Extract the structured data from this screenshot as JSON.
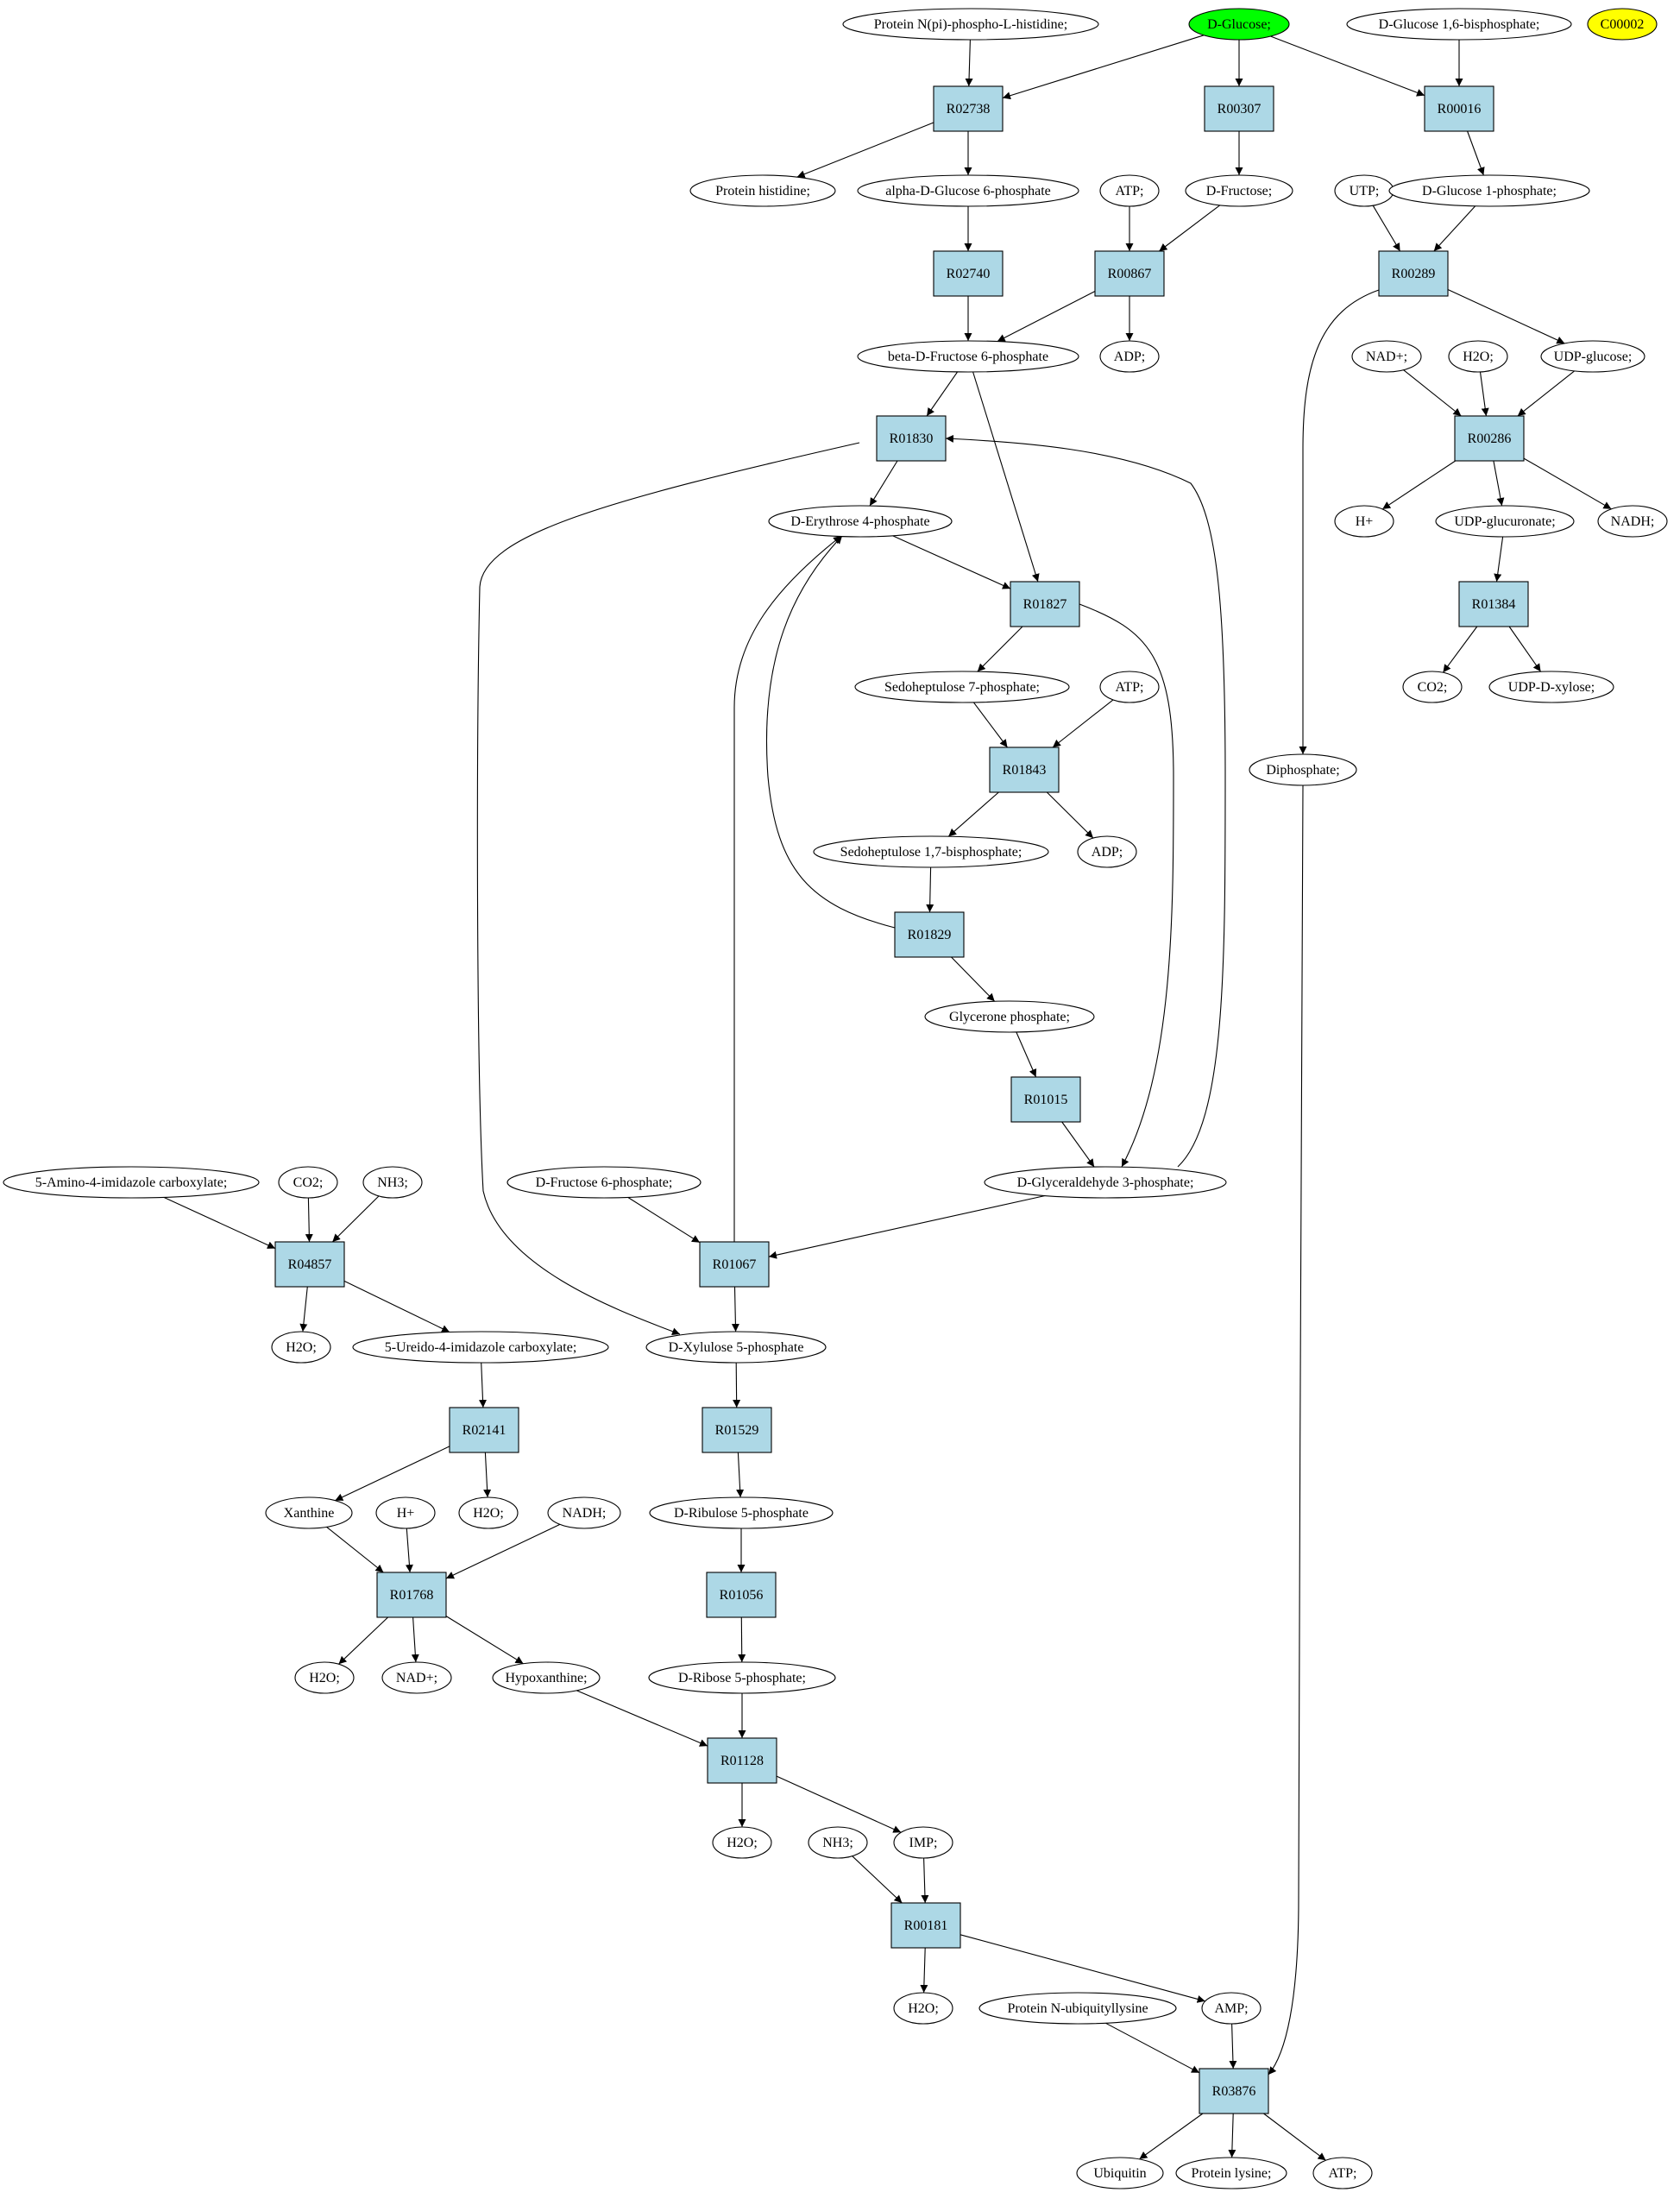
{
  "colors": {
    "reaction_fill": "#add8e6",
    "compound_fill": "#ffffff",
    "highlight_green": "#00ff00",
    "highlight_yellow": "#ffff00",
    "stroke": "#000000"
  },
  "nodes": {
    "c_prot_nphis": {
      "label": "Protein N(pi)-phospho-L-histidine;",
      "kind": "compound"
    },
    "c_dglucose": {
      "label": "D-Glucose;",
      "kind": "compound",
      "fill": "green"
    },
    "c_dglc16bp": {
      "label": "D-Glucose 1,6-bisphosphate;",
      "kind": "compound"
    },
    "c_c00002": {
      "label": "C00002",
      "kind": "compound",
      "fill": "yellow"
    },
    "r_R02738": {
      "label": "R02738",
      "kind": "reaction"
    },
    "r_R00307": {
      "label": "R00307",
      "kind": "reaction"
    },
    "r_R00016": {
      "label": "R00016",
      "kind": "reaction"
    },
    "c_prot_his": {
      "label": "Protein histidine;",
      "kind": "compound"
    },
    "c_adglc6p": {
      "label": "alpha-D-Glucose 6-phosphate",
      "kind": "compound"
    },
    "c_atp1": {
      "label": "ATP;",
      "kind": "compound"
    },
    "c_dfru": {
      "label": "D-Fructose;",
      "kind": "compound"
    },
    "c_utp": {
      "label": "UTP;",
      "kind": "compound"
    },
    "c_dglc1p": {
      "label": "D-Glucose 1-phosphate;",
      "kind": "compound"
    },
    "r_R02740": {
      "label": "R02740",
      "kind": "reaction"
    },
    "r_R00867": {
      "label": "R00867",
      "kind": "reaction"
    },
    "r_R00289": {
      "label": "R00289",
      "kind": "reaction"
    },
    "c_bdfru6p": {
      "label": "beta-D-Fructose 6-phosphate",
      "kind": "compound"
    },
    "c_adp1": {
      "label": "ADP;",
      "kind": "compound"
    },
    "c_nad1": {
      "label": "NAD+;",
      "kind": "compound"
    },
    "c_h2o_a": {
      "label": "H2O;",
      "kind": "compound"
    },
    "c_udpglc": {
      "label": "UDP-glucose;",
      "kind": "compound"
    },
    "r_R01830": {
      "label": "R01830",
      "kind": "reaction"
    },
    "r_R00286": {
      "label": "R00286",
      "kind": "reaction"
    },
    "c_de4p": {
      "label": "D-Erythrose 4-phosphate",
      "kind": "compound"
    },
    "c_hplus1": {
      "label": "H+",
      "kind": "compound"
    },
    "c_udpglcua": {
      "label": "UDP-glucuronate;",
      "kind": "compound"
    },
    "c_nadh1": {
      "label": "NADH;",
      "kind": "compound"
    },
    "r_R01827": {
      "label": "R01827",
      "kind": "reaction"
    },
    "r_R01384": {
      "label": "R01384",
      "kind": "reaction"
    },
    "c_s7p": {
      "label": "Sedoheptulose 7-phosphate;",
      "kind": "compound"
    },
    "c_atp2": {
      "label": "ATP;",
      "kind": "compound"
    },
    "c_co2a": {
      "label": "CO2;",
      "kind": "compound"
    },
    "c_udpxyl": {
      "label": "UDP-D-xylose;",
      "kind": "compound"
    },
    "r_R01843": {
      "label": "R01843",
      "kind": "reaction"
    },
    "c_diphos": {
      "label": "Diphosphate;",
      "kind": "compound"
    },
    "c_s17bp": {
      "label": "Sedoheptulose 1,7-bisphosphate;",
      "kind": "compound"
    },
    "c_adp2": {
      "label": "ADP;",
      "kind": "compound"
    },
    "r_R01829": {
      "label": "R01829",
      "kind": "reaction"
    },
    "c_glycp": {
      "label": "Glycerone phosphate;",
      "kind": "compound"
    },
    "r_R01015": {
      "label": "R01015",
      "kind": "reaction"
    },
    "c_aica": {
      "label": "5-Amino-4-imidazole carboxylate;",
      "kind": "compound"
    },
    "c_co2b": {
      "label": "CO2;",
      "kind": "compound"
    },
    "c_nh3a": {
      "label": "NH3;",
      "kind": "compound"
    },
    "c_dfru6p": {
      "label": "D-Fructose 6-phosphate;",
      "kind": "compound"
    },
    "c_dg3p": {
      "label": "D-Glyceraldehyde 3-phosphate;",
      "kind": "compound"
    },
    "r_R04857": {
      "label": "R04857",
      "kind": "reaction"
    },
    "r_R01067": {
      "label": "R01067",
      "kind": "reaction"
    },
    "c_h2o_b": {
      "label": "H2O;",
      "kind": "compound"
    },
    "c_uica": {
      "label": "5-Ureido-4-imidazole carboxylate;",
      "kind": "compound"
    },
    "c_dxyl5p": {
      "label": "D-Xylulose 5-phosphate",
      "kind": "compound"
    },
    "r_R02141": {
      "label": "R02141",
      "kind": "reaction"
    },
    "r_R01529": {
      "label": "R01529",
      "kind": "reaction"
    },
    "c_xanth": {
      "label": "Xanthine",
      "kind": "compound"
    },
    "c_hplus2": {
      "label": "H+",
      "kind": "compound"
    },
    "c_h2o_c": {
      "label": "H2O;",
      "kind": "compound"
    },
    "c_nadh2": {
      "label": "NADH;",
      "kind": "compound"
    },
    "c_dru5p": {
      "label": "D-Ribulose 5-phosphate",
      "kind": "compound"
    },
    "r_R01768": {
      "label": "R01768",
      "kind": "reaction"
    },
    "r_R01056": {
      "label": "R01056",
      "kind": "reaction"
    },
    "c_h2o_d": {
      "label": "H2O;",
      "kind": "compound"
    },
    "c_nad2": {
      "label": "NAD+;",
      "kind": "compound"
    },
    "c_hypox": {
      "label": "Hypoxanthine;",
      "kind": "compound"
    },
    "c_dr5p": {
      "label": "D-Ribose 5-phosphate;",
      "kind": "compound"
    },
    "r_R01128": {
      "label": "R01128",
      "kind": "reaction"
    },
    "c_h2o_e": {
      "label": "H2O;",
      "kind": "compound"
    },
    "c_nh3b": {
      "label": "NH3;",
      "kind": "compound"
    },
    "c_imp": {
      "label": "IMP;",
      "kind": "compound"
    },
    "r_R00181": {
      "label": "R00181",
      "kind": "reaction"
    },
    "c_h2o_f": {
      "label": "H2O;",
      "kind": "compound"
    },
    "c_prot_ubl": {
      "label": "Protein N-ubiquityllysine",
      "kind": "compound"
    },
    "c_amp": {
      "label": "AMP;",
      "kind": "compound"
    },
    "r_R03876": {
      "label": "R03876",
      "kind": "reaction"
    },
    "c_ubiq": {
      "label": "Ubiquitin",
      "kind": "compound"
    },
    "c_protlys": {
      "label": "Protein lysine;",
      "kind": "compound"
    },
    "c_atp3": {
      "label": "ATP;",
      "kind": "compound"
    }
  },
  "edges": [
    [
      "c_prot_nphis",
      "r_R02738"
    ],
    [
      "c_dglucose",
      "r_R02738"
    ],
    [
      "c_dglucose",
      "r_R00307"
    ],
    [
      "c_dglucose",
      "r_R00016"
    ],
    [
      "c_dglc16bp",
      "r_R00016"
    ],
    [
      "r_R02738",
      "c_prot_his"
    ],
    [
      "r_R02738",
      "c_adglc6p"
    ],
    [
      "r_R00307",
      "c_dfru"
    ],
    [
      "r_R00016",
      "c_dglc1p"
    ],
    [
      "c_adglc6p",
      "r_R02740"
    ],
    [
      "c_atp1",
      "r_R00867"
    ],
    [
      "c_dfru",
      "r_R00867"
    ],
    [
      "c_utp",
      "r_R00289"
    ],
    [
      "c_dglc1p",
      "r_R00289"
    ],
    [
      "r_R02740",
      "c_bdfru6p"
    ],
    [
      "r_R00867",
      "c_bdfru6p"
    ],
    [
      "r_R00867",
      "c_adp1"
    ],
    [
      "r_R00289",
      "c_udpglc"
    ],
    [
      "r_R00289",
      "c_diphos"
    ],
    [
      "c_nad1",
      "r_R00286"
    ],
    [
      "c_h2o_a",
      "r_R00286"
    ],
    [
      "c_udpglc",
      "r_R00286"
    ],
    [
      "c_bdfru6p",
      "r_R01830"
    ],
    [
      "c_bdfru6p",
      "r_R01827"
    ],
    [
      "r_R00286",
      "c_hplus1"
    ],
    [
      "r_R00286",
      "c_udpglcua"
    ],
    [
      "r_R00286",
      "c_nadh1"
    ],
    [
      "r_R01830",
      "c_de4p"
    ],
    [
      "r_R01830",
      "c_dxyl5p"
    ],
    [
      "c_de4p",
      "r_R01827"
    ],
    [
      "c_udpglcua",
      "r_R01384"
    ],
    [
      "r_R01384",
      "c_co2a"
    ],
    [
      "r_R01384",
      "c_udpxyl"
    ],
    [
      "r_R01827",
      "c_s7p"
    ],
    [
      "r_R01827",
      "c_dg3p"
    ],
    [
      "c_s7p",
      "r_R01843"
    ],
    [
      "c_atp2",
      "r_R01843"
    ],
    [
      "r_R01843",
      "c_s17bp"
    ],
    [
      "r_R01843",
      "c_adp2"
    ],
    [
      "c_s17bp",
      "r_R01829"
    ],
    [
      "r_R01829",
      "c_de4p"
    ],
    [
      "r_R01829",
      "c_glycp"
    ],
    [
      "c_glycp",
      "r_R01015"
    ],
    [
      "r_R01015",
      "c_dg3p"
    ],
    [
      "c_dg3p",
      "r_R01830"
    ],
    [
      "c_dg3p",
      "r_R01067"
    ],
    [
      "c_dfru6p",
      "r_R01067"
    ],
    [
      "r_R01067",
      "c_de4p"
    ],
    [
      "r_R01067",
      "c_dxyl5p"
    ],
    [
      "c_aica",
      "r_R04857"
    ],
    [
      "c_co2b",
      "r_R04857"
    ],
    [
      "c_nh3a",
      "r_R04857"
    ],
    [
      "r_R04857",
      "c_h2o_b"
    ],
    [
      "r_R04857",
      "c_uica"
    ],
    [
      "c_uica",
      "r_R02141"
    ],
    [
      "c_dxyl5p",
      "r_R01529"
    ],
    [
      "r_R02141",
      "c_xanth"
    ],
    [
      "r_R02141",
      "c_h2o_c"
    ],
    [
      "c_xanth",
      "r_R01768"
    ],
    [
      "c_hplus2",
      "r_R01768"
    ],
    [
      "c_nadh2",
      "r_R01768"
    ],
    [
      "r_R01529",
      "c_dru5p"
    ],
    [
      "c_dru5p",
      "r_R01056"
    ],
    [
      "r_R01768",
      "c_h2o_d"
    ],
    [
      "r_R01768",
      "c_nad2"
    ],
    [
      "r_R01768",
      "c_hypox"
    ],
    [
      "r_R01056",
      "c_dr5p"
    ],
    [
      "c_hypox",
      "r_R01128"
    ],
    [
      "c_dr5p",
      "r_R01128"
    ],
    [
      "r_R01128",
      "c_h2o_e"
    ],
    [
      "r_R01128",
      "c_imp"
    ],
    [
      "c_nh3b",
      "r_R00181"
    ],
    [
      "c_imp",
      "r_R00181"
    ],
    [
      "r_R00181",
      "c_h2o_f"
    ],
    [
      "r_R00181",
      "c_amp"
    ],
    [
      "c_prot_ubl",
      "r_R03876"
    ],
    [
      "c_amp",
      "r_R03876"
    ],
    [
      "c_diphos",
      "r_R03876"
    ],
    [
      "r_R03876",
      "c_ubiq"
    ],
    [
      "r_R03876",
      "c_protlys"
    ],
    [
      "r_R03876",
      "c_atp3"
    ]
  ]
}
